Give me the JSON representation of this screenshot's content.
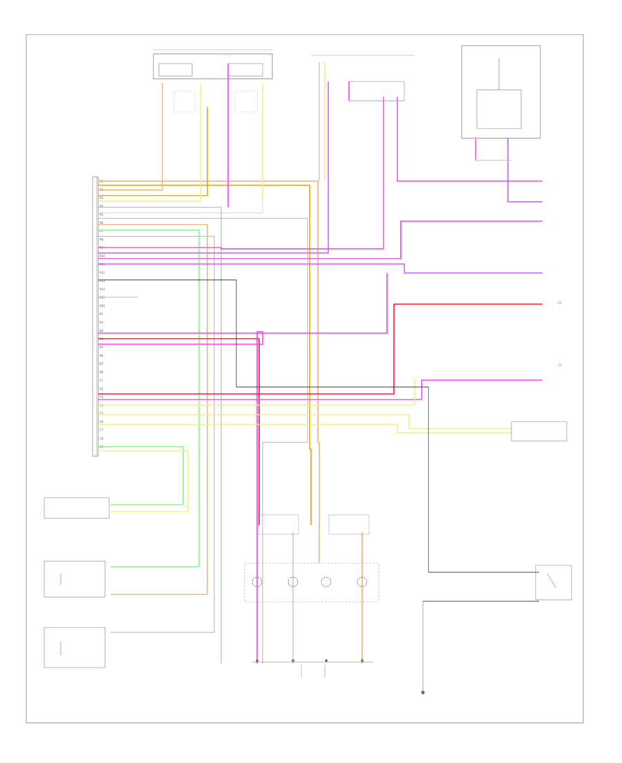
{
  "diagram": {
    "footer_code": "",
    "colors": {
      "tan": "#e8b87a",
      "orange": "#f4a000",
      "yellow": "#f7f07a",
      "pink": "#ff40ff",
      "violet": "#d060ff",
      "red": "#ff2040",
      "green": "#10e010",
      "light_green": "#80ff80",
      "gray": "#bbbbbb",
      "black": "#444444",
      "white": "#dddddd",
      "outline": "#777777"
    },
    "connector_pins_left": [
      "A1",
      "A2",
      "A3",
      "A4",
      "A5",
      "A6",
      "A7",
      "A8",
      "A9",
      "A10",
      "A11",
      "A12",
      "A13",
      "A14",
      "A15",
      "A16",
      "B1",
      "B2",
      "B3",
      "B4",
      "B5",
      "B6",
      "B7",
      "B8",
      "C1",
      "C2",
      "C3",
      "C4",
      "C5",
      "C6",
      "C7",
      "C8",
      "C9"
    ],
    "components": [
      {
        "id": "module-top-left",
        "label": ""
      },
      {
        "id": "module-top-right",
        "label": ""
      },
      {
        "id": "inflatable-restraint-module",
        "label": ""
      },
      {
        "id": "sensing-diagnostic-module",
        "label": ""
      }
    ]
  }
}
